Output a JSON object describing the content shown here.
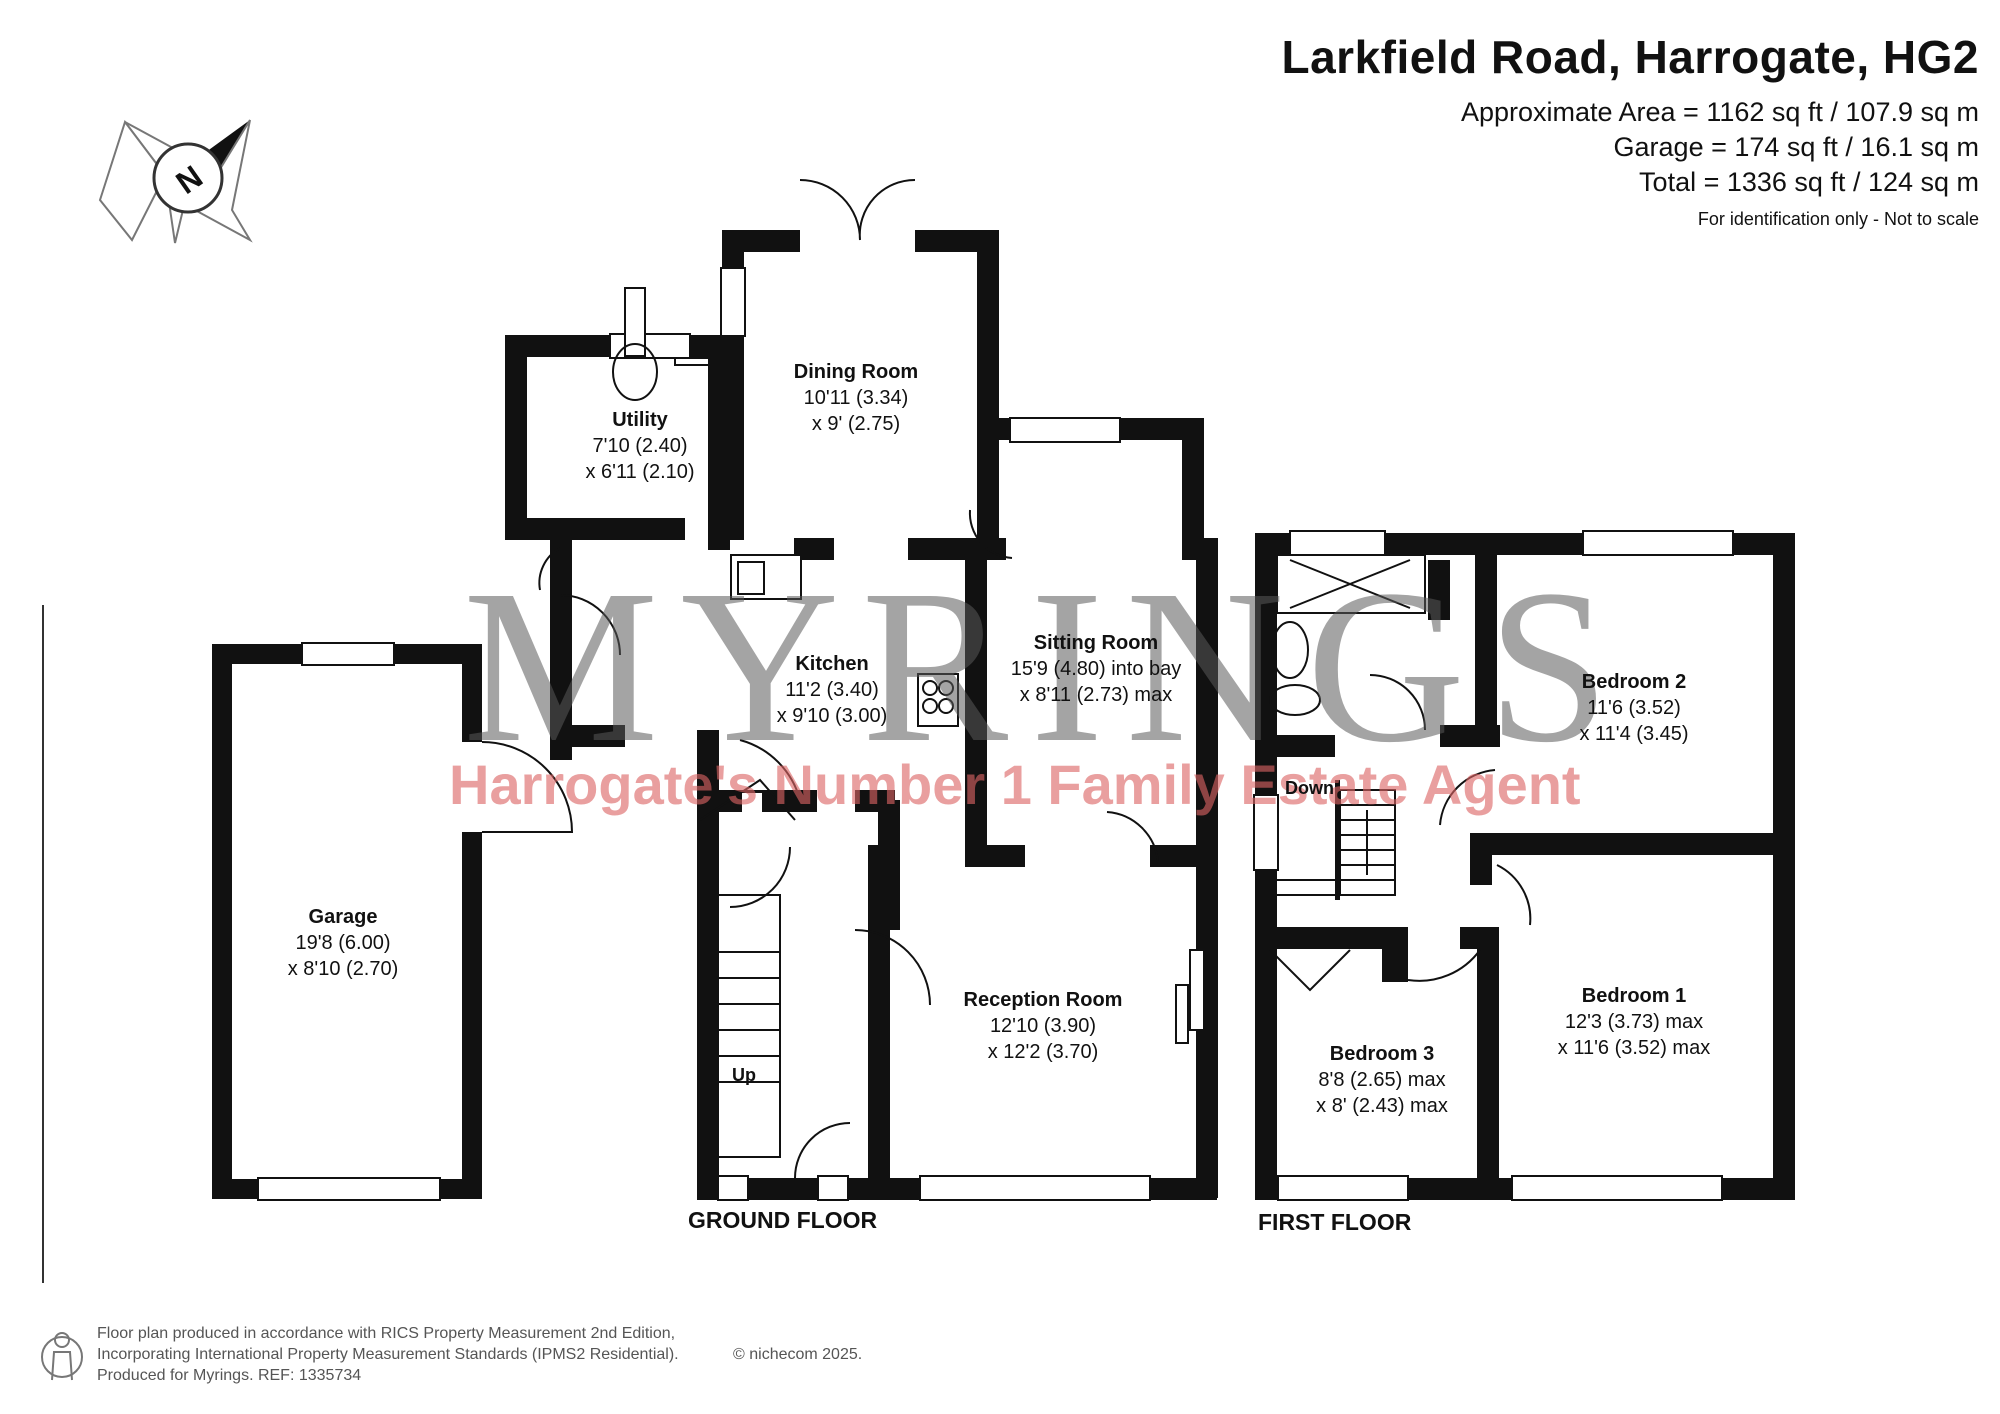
{
  "header": {
    "title": "Larkfield Road, Harrogate, HG2",
    "approx_area": "Approximate Area = 1162 sq ft / 107.9 sq m",
    "garage_area": "Garage = 174 sq ft / 16.1 sq m",
    "total_area": "Total = 1336 sq ft / 124 sq m",
    "note": "For identification only - Not to scale"
  },
  "compass": {
    "letter": "N"
  },
  "watermark": {
    "brand": "MYRINGS",
    "tagline": "Harrogate's Number 1 Family Estate Agent"
  },
  "rooms": {
    "garage": {
      "name": "Garage",
      "dim1": "19'8 (6.00)",
      "dim2": "x 8'10 (2.70)"
    },
    "utility": {
      "name": "Utility",
      "dim1": "7'10 (2.40)",
      "dim2": "x 6'11 (2.10)"
    },
    "dining": {
      "name": "Dining Room",
      "dim1": "10'11 (3.34)",
      "dim2": "x 9' (2.75)"
    },
    "kitchen": {
      "name": "Kitchen",
      "dim1": "11'2 (3.40)",
      "dim2": "x 9'10 (3.00)"
    },
    "sitting": {
      "name": "Sitting Room",
      "dim1": "15'9 (4.80) into bay",
      "dim2": "x 8'11 (2.73) max"
    },
    "reception": {
      "name": "Reception Room",
      "dim1": "12'10 (3.90)",
      "dim2": "x 12'2 (3.70)"
    },
    "bedroom2": {
      "name": "Bedroom 2",
      "dim1": "11'6 (3.52)",
      "dim2": "x 11'4 (3.45)"
    },
    "bedroom1": {
      "name": "Bedroom 1",
      "dim1": "12'3 (3.73) max",
      "dim2": "x 11'6 (3.52) max"
    },
    "bedroom3": {
      "name": "Bedroom 3",
      "dim1": "8'8 (2.65) max",
      "dim2": "x 8' (2.43) max"
    }
  },
  "labels": {
    "up": "Up",
    "down": "Down",
    "ground_floor": "GROUND FLOOR",
    "first_floor": "FIRST FLOOR"
  },
  "footer": {
    "line1": "Floor plan produced in accordance with RICS Property Measurement 2nd Edition,",
    "line2": "Incorporating International Property Measurement Standards (IPMS2 Residential).",
    "line3": "Produced for Myrings.   REF: 1335734",
    "copyright": "© nichecom 2025."
  },
  "colors": {
    "wall": "#111111",
    "watermark_brand": "#5a5a5a",
    "watermark_tagline": "#dc6464"
  }
}
